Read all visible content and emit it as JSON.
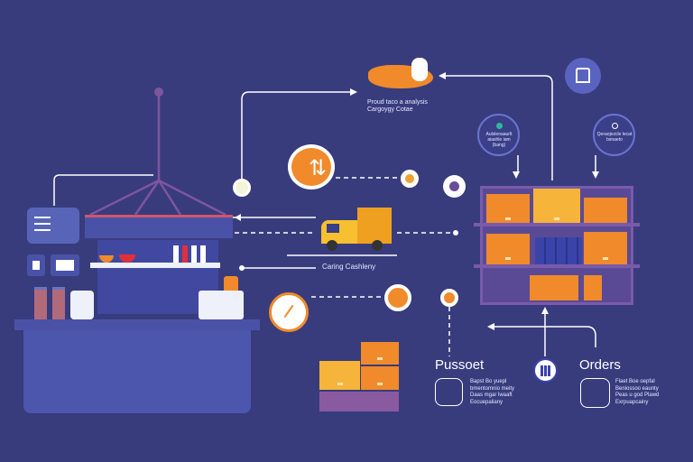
{
  "food_caption": [
    "Proud taco a analysis",
    "Cargoygy Cotae"
  ],
  "left_bubble_caption": [
    "Aulsleoaaurlt",
    "aiashle iam (bang)"
  ],
  "right_bubble_caption": [
    "Qeraojezcle lecat",
    "bsnaeto"
  ],
  "truck_caption": "Caring Cashleny",
  "pussoet": {
    "title": "Pussoet",
    "lines": [
      "Bapst Bo yuepl",
      "bmentomnio meity",
      "Daas mgar lwaaft",
      "Eocuepaliany"
    ]
  },
  "orders": {
    "title": "Orders",
    "lines": [
      "Flaet Boe oepfal",
      "Beniossoo eaunty",
      "Peas u god Plawd",
      "Exrpuapcainy"
    ]
  },
  "colors": {
    "background": "#383c7d",
    "accent": "#f08a2a",
    "panel": "#4a52a8",
    "shelf": "#6a4a9a"
  }
}
